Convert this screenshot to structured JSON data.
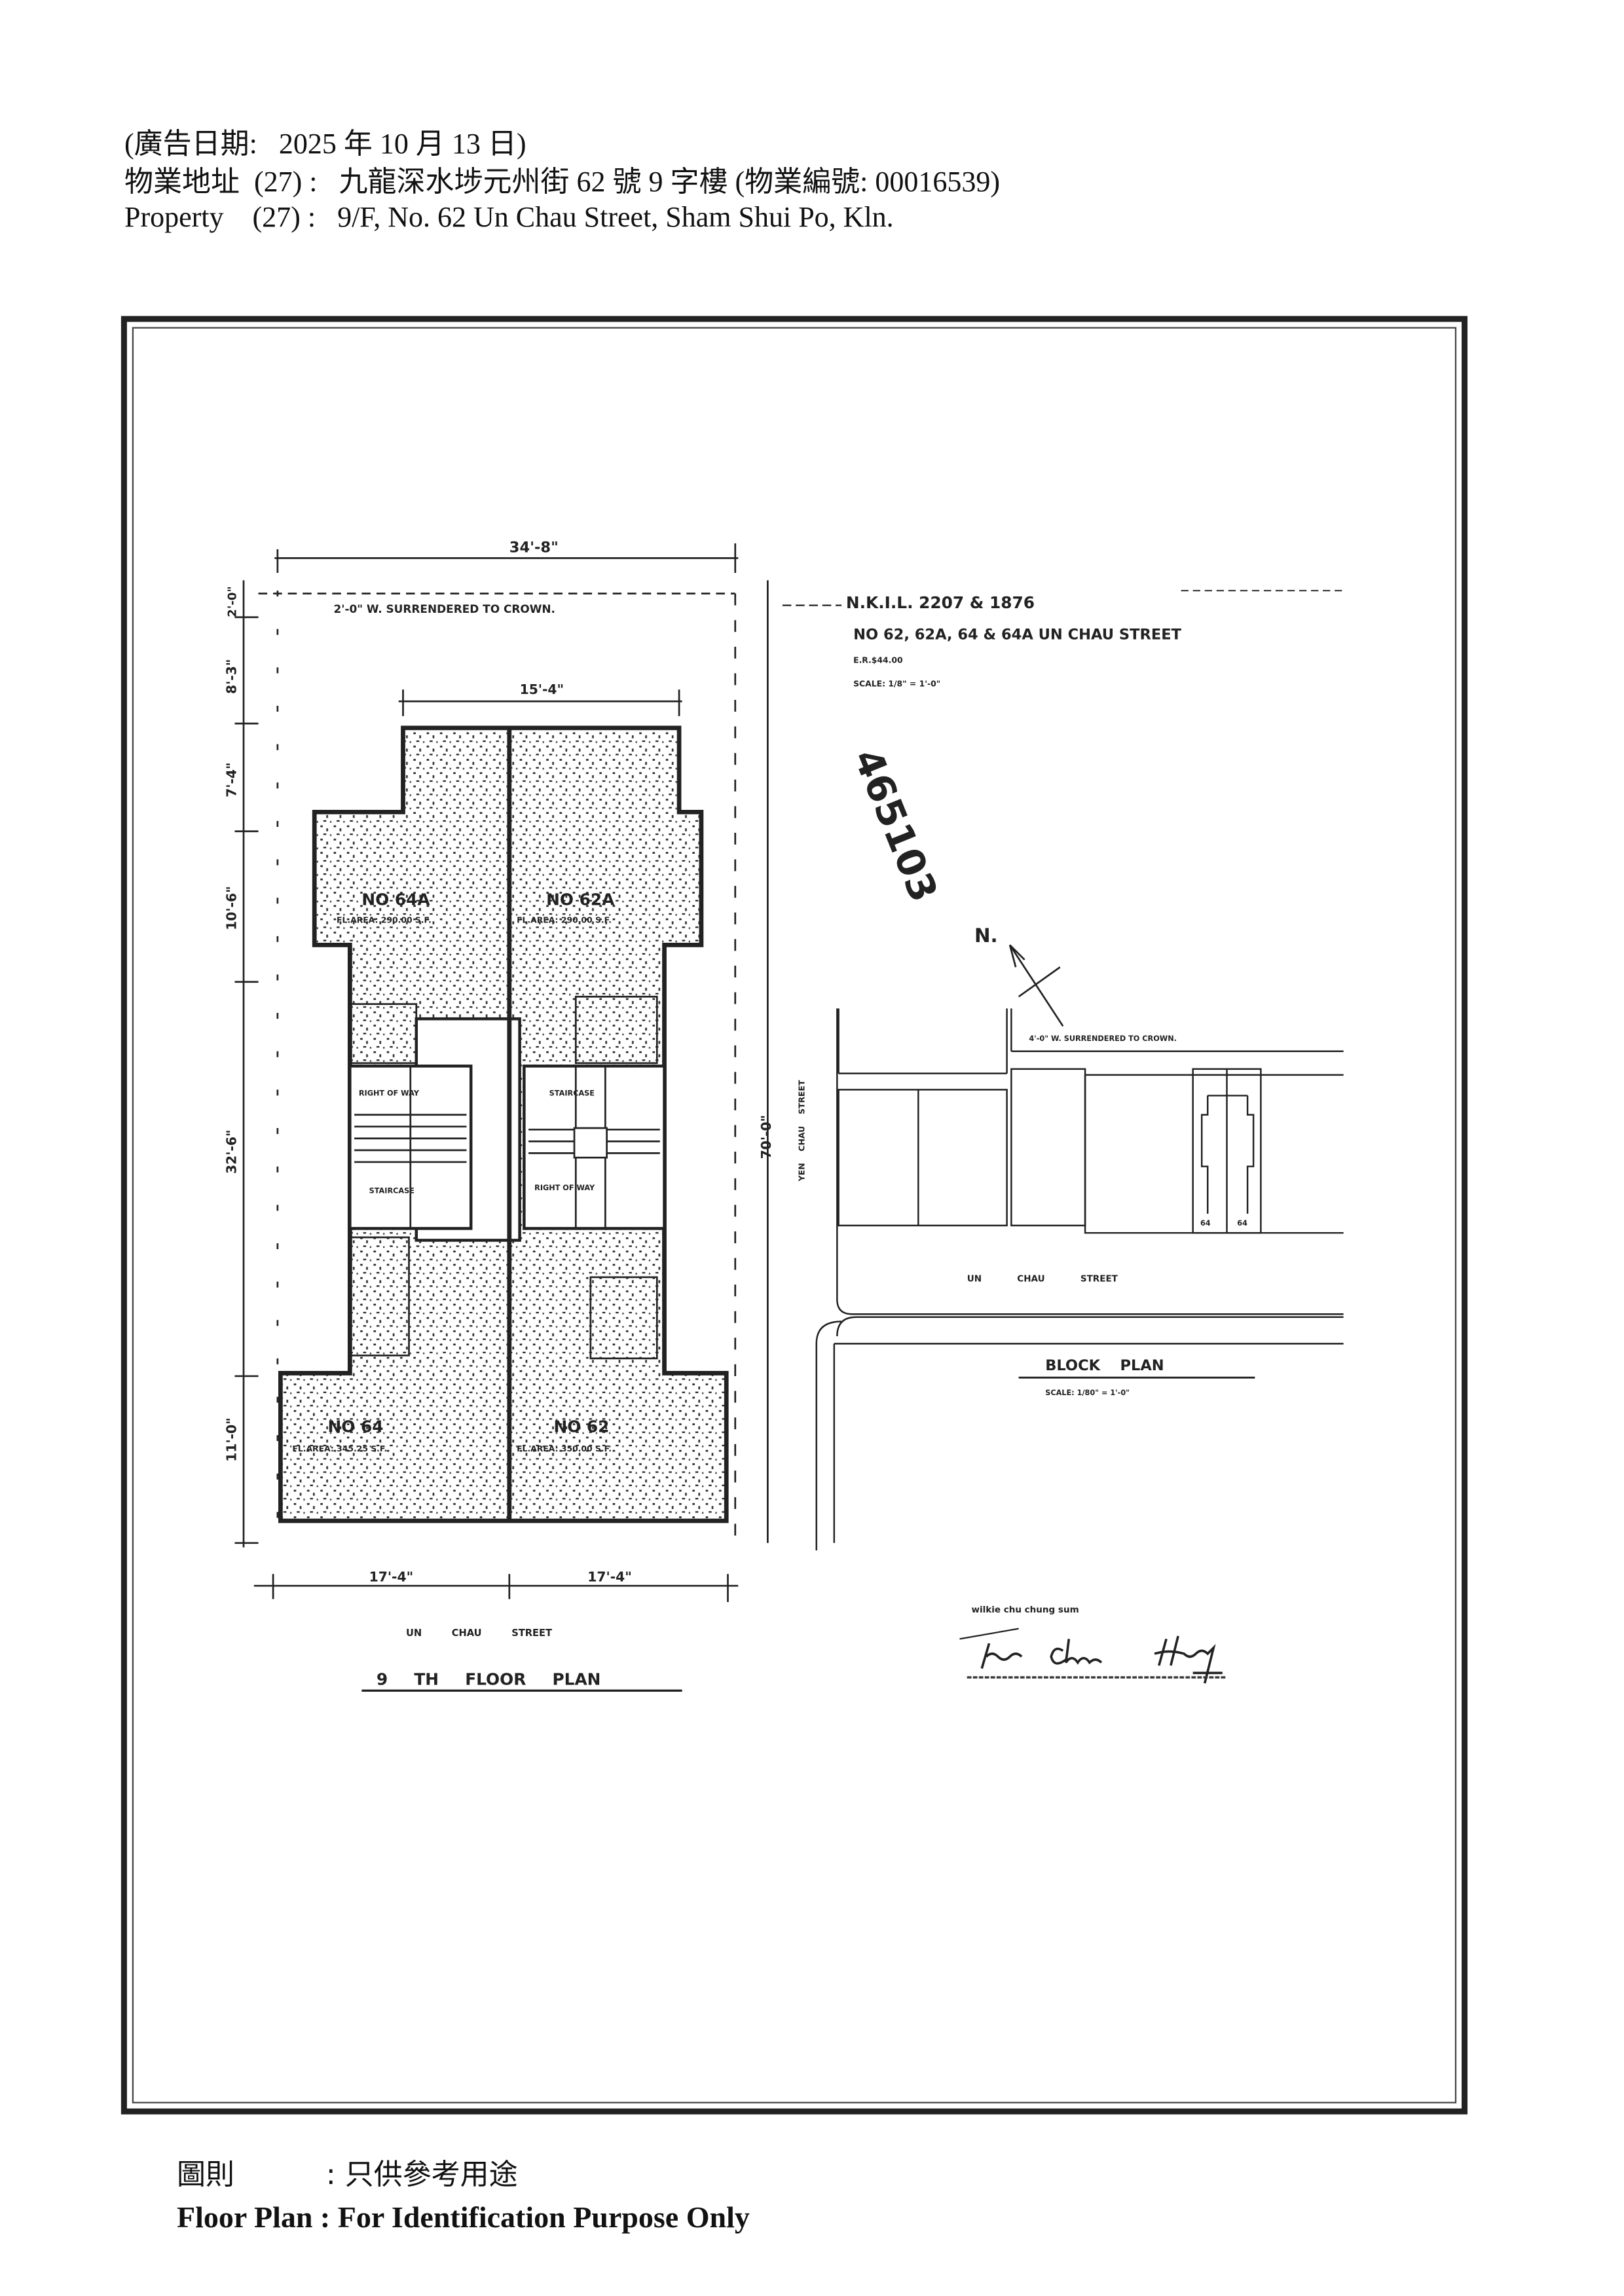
{
  "header": {
    "ad_date_line": "(廣告日期:   2025 年 10 月 13 日)",
    "address_cn_label": "物業地址  (27) :",
    "address_cn": "九龍深水埗元州街 62 號 9 字樓 (物業編號: 00016539)",
    "address_en_label": "Property    (27) :",
    "address_en": "9/F, No. 62 Un Chau Street, Sham Shui Po, Kln."
  },
  "floor_plan": {
    "overall_width": "34'-8\"",
    "surrender_note": "2'-0\" W. SURRENDERED TO CROWN.",
    "upper_width": "15'-4\"",
    "left_dims": [
      "2'-0\"",
      "8'-3\"",
      "7'-4\"",
      "10'-6\"",
      "32'-6\"",
      "11'-0\""
    ],
    "depth_dim": "70'-0\"",
    "bottom_dims": [
      "17'-4\"",
      "17'-4\""
    ],
    "units": [
      {
        "name": "NO 64A",
        "area": "FL.AREA: 290.00 S.F."
      },
      {
        "name": "NO 62A",
        "area": "FL.AREA: 290.00 S.F."
      },
      {
        "name": "NO 64",
        "area": "FL.AREA: 345.25 S.F."
      },
      {
        "name": "NO 62",
        "area": "FL.AREA: 350.00 S.F."
      }
    ],
    "right_of_way": "RIGHT OF WAY",
    "staircase": "STAIRCASE",
    "street_label": "UN CHAU STREET",
    "title": "9 TH FLOOR PLAN"
  },
  "block_plan": {
    "lot": "N.K.I.L. 2207 & 1876",
    "premises": "NO 62, 62A, 64 & 64A UN CHAU STREET",
    "fee": "E.R.$44.00",
    "scale_top": "SCALE: 1/8\" = 1'-0\"",
    "handwritten_ref": "465103",
    "north": "N.",
    "surrender_note": "4'-0\" W. SURRENDERED TO CROWN.",
    "side_street": "YEN CHAU STREET",
    "street": "UN CHAU STREET",
    "lot_labels": [
      "64",
      "64"
    ],
    "title": "BLOCK PLAN",
    "scale": "SCALE: 1/80\" = 1'-0\""
  },
  "signature": {
    "name_line": "wilkie chu chung sum",
    "signature_text": "Tam Chun Hung"
  },
  "footer": {
    "cn": "圖則          : 只供參考用途",
    "en": "Floor Plan : For Identification Purpose Only"
  }
}
